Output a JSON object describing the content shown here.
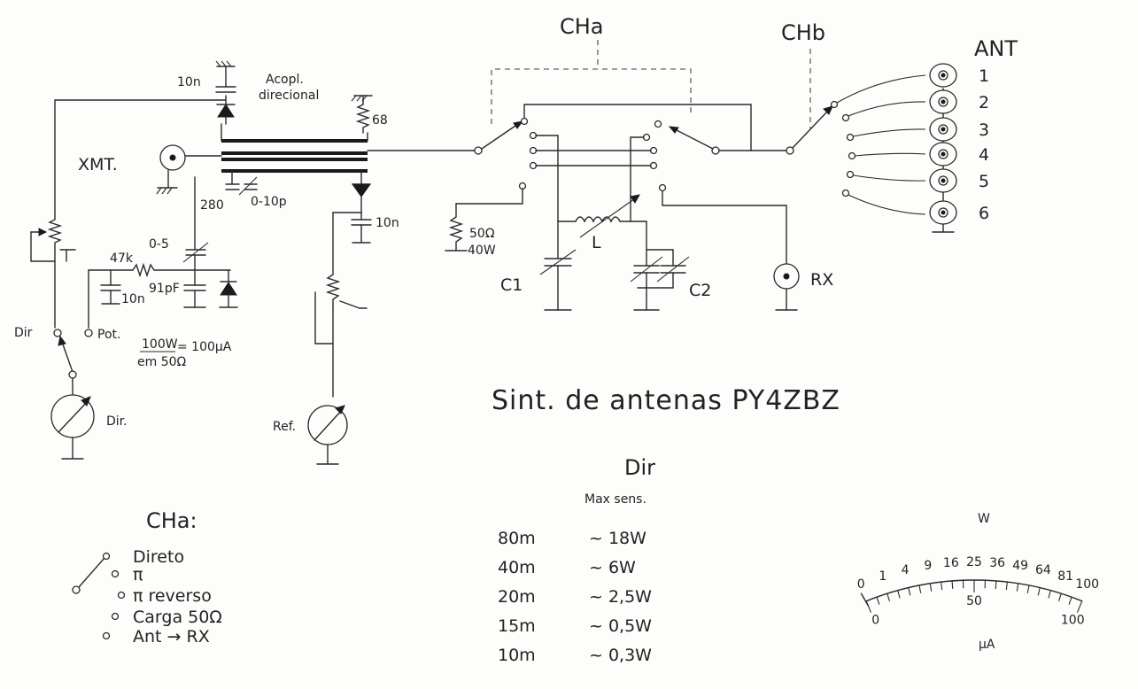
{
  "labels": {
    "cha_top": "CHa",
    "chb_top": "CHb",
    "ant": "ANT",
    "xmt": "XMT.",
    "acopl": "Acopl.",
    "direcional": "direcional",
    "cap_10n_top": "10n",
    "res_68": "68",
    "cap_280": "280",
    "cap_0_10p": "0-10p",
    "cap_0_5": "0-5",
    "res_47k": "47k",
    "cap_10n_left": "10n",
    "cap_91pf": "91pF",
    "cap_10n_right": "10n",
    "load_50": "50Ω",
    "load_40w": "40W",
    "ind_l": "L",
    "c1": "C1",
    "c2": "C2",
    "rx": "RX",
    "dir_sw": "Dir",
    "pot_sw": "Pot.",
    "formula_num": "100W",
    "formula_rhs": "= 100μA",
    "formula_den": "em 50Ω",
    "dir_meter": "Dir.",
    "ref_meter": "Ref.",
    "title": "Sint. de antenas   PY4ZBZ"
  },
  "antennas": [
    "1",
    "2",
    "3",
    "4",
    "5",
    "6"
  ],
  "cha_legend": {
    "title": "CHa:",
    "items": [
      "Direto",
      "π",
      "π reverso",
      "Carga 50Ω",
      "Ant → RX"
    ]
  },
  "dir_table": {
    "title": "Dir",
    "subtitle": "Max sens.",
    "rows": [
      {
        "band": "80m",
        "value": "~ 18W"
      },
      {
        "band": "40m",
        "value": "~ 6W"
      },
      {
        "band": "20m",
        "value": "~ 2,5W"
      },
      {
        "band": "15m",
        "value": "~ 0,5W"
      },
      {
        "band": "10m",
        "value": "~ 0,3W"
      }
    ]
  },
  "meter_scale": {
    "unit_top": "W",
    "unit_bottom": "μA",
    "watt_ticks": [
      "0",
      "1",
      "4",
      "9",
      "16",
      "25",
      "36",
      "49",
      "64",
      "81",
      "100"
    ],
    "ua_ticks": [
      "0",
      "50",
      "100"
    ],
    "minor_divisions": 20
  }
}
